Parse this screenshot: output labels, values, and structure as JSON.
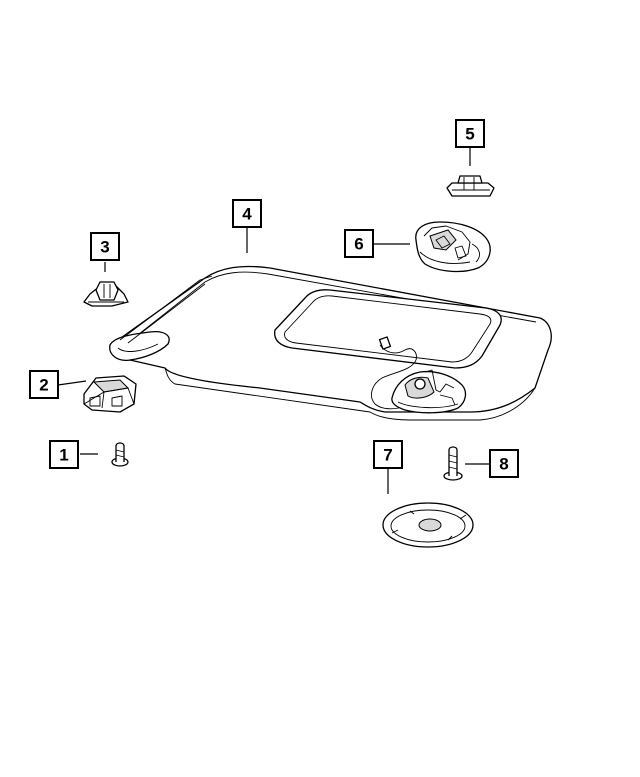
{
  "colors": {
    "line": "#000000",
    "background": "#ffffff",
    "shade": "#d9d9d9"
  },
  "callouts": [
    {
      "label": "1",
      "part": "screw-short"
    },
    {
      "label": "2",
      "part": "clip-bracket"
    },
    {
      "label": "3",
      "part": "retainer-clip"
    },
    {
      "label": "4",
      "part": "sun-visor"
    },
    {
      "label": "5",
      "part": "end-clip"
    },
    {
      "label": "6",
      "part": "visor-mount"
    },
    {
      "label": "7",
      "part": "escutcheon-cover"
    },
    {
      "label": "8",
      "part": "screw-long"
    }
  ]
}
